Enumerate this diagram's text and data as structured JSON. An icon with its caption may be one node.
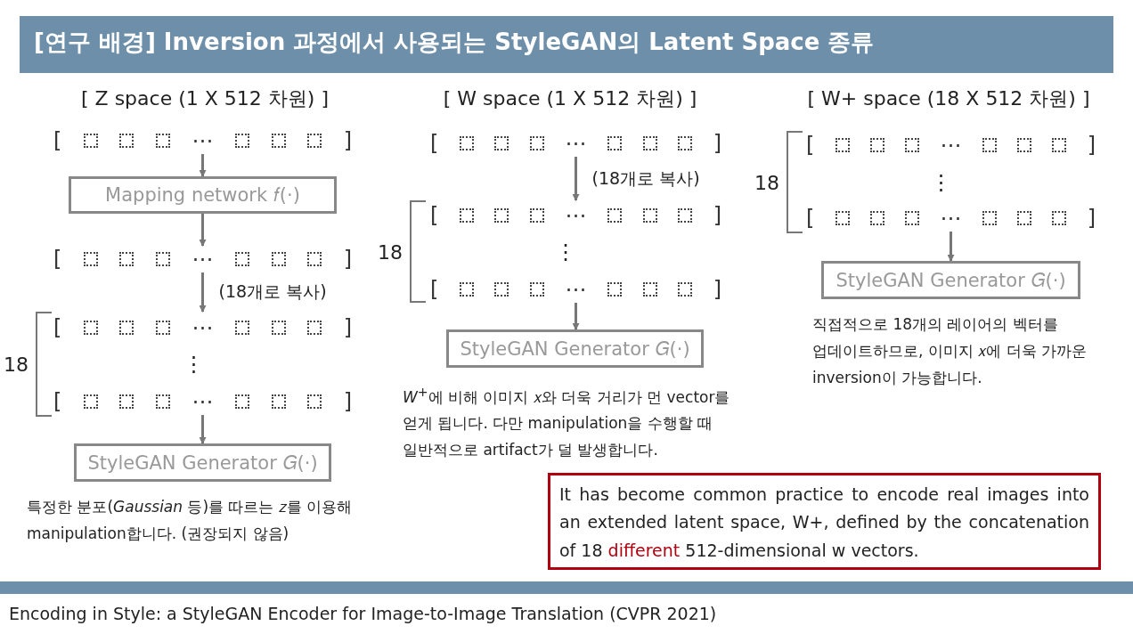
{
  "diagram": {
    "title": "[연구 배경] Inversion 과정에서 사용되는 StyleGAN의 Latent Space 종류",
    "caption": "Encoding in Style: a StyleGAN Encoder for Image-to-Image Translation (CVPR 2021)",
    "nodes": [
      {
        "text": [
          "[",
          "⋯",
          "]"
        ]
      },
      {
        "text": [
          "Mapping network 𝑓(·)"
        ]
      },
      {
        "text": [
          "[",
          "⋯",
          "]"
        ]
      },
      {
        "text": [
          "18",
          "⋮"
        ]
      },
      {
        "text": [
          "[",
          "⋯",
          "]"
        ],
        "in": 3
      },
      {
        "text": [
          "[",
          "⋯",
          "]"
        ],
        "in": 3
      },
      {
        "text": [
          "StyleGAN Generator 𝐺(·)"
        ]
      },
      {
        "text": [
          "[",
          "⋯",
          "]"
        ]
      },
      {
        "text": [
          "18",
          "⋮"
        ]
      },
      {
        "text": [
          "[",
          "⋯",
          "]"
        ],
        "in": 8
      },
      {
        "text": [
          "[",
          "⋯",
          "]"
        ],
        "in": 8
      },
      {
        "text": [
          "StyleGAN Generator 𝐺(·)"
        ]
      },
      {
        "text": [
          "18",
          "⋮"
        ]
      },
      {
        "text": [
          "[",
          "⋯",
          "]"
        ],
        "in": 12
      },
      {
        "text": [
          "[",
          "⋯",
          "]"
        ],
        "in": 12
      },
      {
        "text": [
          "StyleGAN Generator 𝐺(·)"
        ]
      },
      {
        "text": [
          "It has become common practice to encode real images into an extended latent space, W+, defined by the concatenation of 18 **different** 512-dimensional w vectors."
        ]
      }
    ],
    "edges": [
      {
        "from": 0,
        "to": 1,
        "arrow": "to"
      },
      {
        "from": 1,
        "to": 2,
        "arrow": "to"
      },
      {
        "from": 2,
        "to": 3,
        "arrow": "to",
        "label": "(18개로 복사)"
      },
      {
        "from": 5,
        "to": 6,
        "arrow": "to"
      },
      {
        "from": 7,
        "to": 8,
        "arrow": "to",
        "label": "(18개로 복사)"
      },
      {
        "from": 10,
        "to": 11,
        "arrow": "to"
      },
      {
        "from": 14,
        "to": 15,
        "arrow": "to"
      }
    ],
    "labels": [
      "[ Z space (1 X 512 차원) ]",
      "[ W space (1 X 512 차원) ]",
      "[ W+ space (18 X 512 차원) ]",
      "*W*$^{+}$에 비해 이미지 𝑥와 더욱 거리가 먼 vector를 얻게 됩니다. 다만 manipulation을 수행할 때 일반적으로 artifact가 덜 발생합니다.",
      "직접적으로 18개의 레이어의 벡터를 업데이트하므로, 이미지 𝑥에 더욱 가까운 inversion이 가능합니다.",
      "특정한 분포(*Gaussian* 등)를 따르는 𝑧를 이용해 manipulation합니다. (권장되지 않음)"
    ]
  }
}
